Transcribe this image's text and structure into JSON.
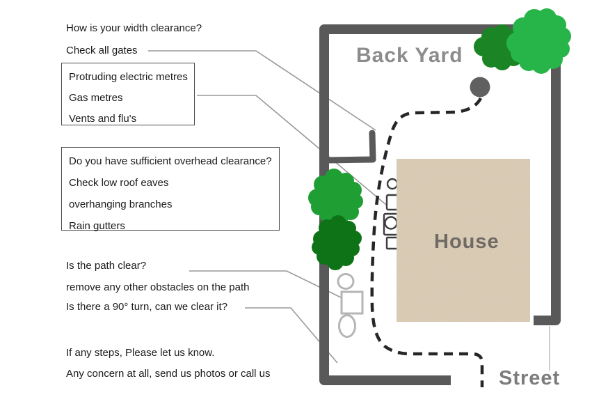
{
  "notes": {
    "width_question": "How is your width clearance?",
    "check_gates": "Check all gates",
    "meters_box": {
      "lines": [
        "Protruding electric metres",
        "Gas metres",
        "Vents and flu's"
      ]
    },
    "overhead_box": {
      "lines": [
        "Do you have sufficient overhead clearance?",
        "Check low  roof eaves",
        "overhanging branches",
        "Rain gutters"
      ]
    },
    "path_clear": "Is the path clear?",
    "remove_obstacles": "remove any other obstacles on the path",
    "turn_question": "Is there a 90° turn, can we clear it?",
    "steps_note": "If any steps, Please let us know.",
    "concern_note": "Any concern at all, send us photos or call us"
  },
  "diagram": {
    "backyard_label": "Back Yard",
    "house_label": "House",
    "street_label": "Street"
  },
  "icons": {
    "trees": "tree-icon",
    "gate": "gate-icon",
    "meters": "utility-meters-icon",
    "path": "dashed-route-path",
    "dot": "round-marker-icon",
    "obstacles": "obstacle-shapes"
  },
  "colors": {
    "wall": "#595959",
    "house_fill": "#dccdb6",
    "house_label": "#6f6a64",
    "backyard_label": "#8c8c8c",
    "street_label": "#7c7c7c",
    "note_text": "#1a1a1a",
    "path_dash": "#262626",
    "leader_line": "#999999",
    "dot": "#606060",
    "tree_bright": "#27b54a",
    "tree_dark": "#1b8424",
    "tree_mid": "#1f9e33",
    "tree_deep": "#0e7217",
    "obstacle_outline": "#b5b5b5",
    "meter_outline": "#3d3d3d",
    "curb_line": "#cfcfcf"
  }
}
